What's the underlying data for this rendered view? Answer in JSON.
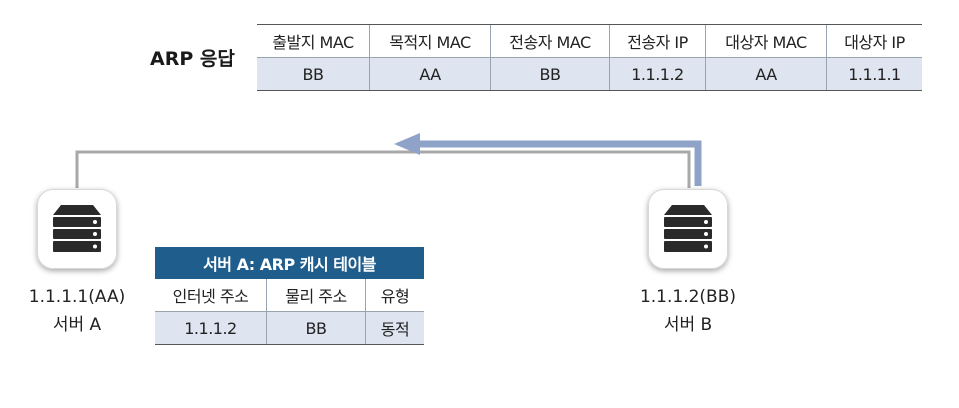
{
  "arp_response": {
    "label": "ARP 응답",
    "headers": [
      "출발지 MAC",
      "목적지 MAC",
      "전송자 MAC",
      "전송자 IP",
      "대상자 MAC",
      "대상자 IP"
    ],
    "values": [
      "BB",
      "AA",
      "BB",
      "1.1.1.2",
      "AA",
      "1.1.1.1"
    ]
  },
  "server_a": {
    "address": "1.1.1.1(AA)",
    "name": "서버 A",
    "icon": "server-icon"
  },
  "server_b": {
    "address": "1.1.1.2(BB)",
    "name": "서버 B",
    "icon": "server-icon"
  },
  "arp_cache": {
    "title": "서버 A: ARP 캐시 테이블",
    "headers": [
      "인터넷 주소",
      "물리 주소",
      "유형"
    ],
    "values": [
      "1.1.1.2",
      "BB",
      "동적"
    ]
  },
  "colors": {
    "arrow": "#8fa3c8",
    "line": "#a8a8a8",
    "title_bg": "#1f5d8c",
    "row_bg": "#dfe5f0"
  }
}
